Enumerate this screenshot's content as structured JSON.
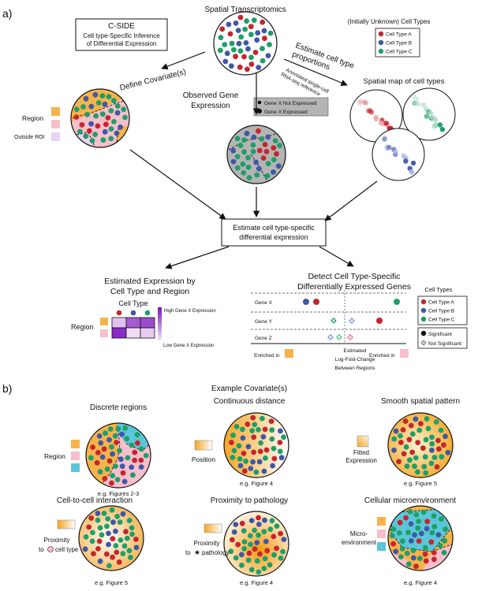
{
  "colors": {
    "cell_a": "#c4262e",
    "cell_b": "#3f57a7",
    "cell_c": "#1f9e6a",
    "region_orange": "#f7b34a",
    "region_pink": "#f6bfcb",
    "region_lavender": "#ead3f0",
    "region_cyan": "#5bc6d8",
    "gray_fill": "#b4b4b4",
    "purple_dark": "#7a12b8",
    "purple_light": "#e8cbf3"
  },
  "panel_a": {
    "label": "a)",
    "cside_box": {
      "title": "C-SIDE",
      "line1": "Cell type-Specific Inference",
      "line2": "of Differential Expression"
    },
    "spatial_transcriptomics": "Spatial Transcriptomics",
    "define_covariates": "Define Covariate(s)",
    "estimate_proportions": {
      "line1": "Estimate cell type",
      "line2": "proportions"
    },
    "annotated_reference": {
      "line1": "Annotated single-cell",
      "line2": "RNA-seq reference"
    },
    "observed_expression": {
      "line1": "Observed Gene",
      "line2": "Expression"
    },
    "gene_legend": {
      "not_expressed": "Gene X Not Expressed",
      "expressed": "Gene X Expressed"
    },
    "unknown_cell_types": {
      "title": "(Initially Unknown) Cell Types",
      "items": [
        "Cell Type A",
        "Cell Type B",
        "Cell Type C"
      ]
    },
    "spatial_map": "Spatial map of cell types",
    "region_legend": {
      "region": "Region",
      "outside": "Outside ROI"
    },
    "estimate_box": {
      "line1": "Estimate cell type-specific",
      "line2": "differential expression"
    },
    "estimated_expression": {
      "line1": "Estimated Expression by",
      "line2": "Cell Type and Region",
      "cell_type_label": "Cell Type",
      "region_label": "Region",
      "high": "High Gene X Expression",
      "low": "Low Gene X Expression"
    },
    "detect": {
      "line1": "Detect Cell Type-Specific",
      "line2": "Differentially Expressed Genes",
      "genes": [
        "Gene X",
        "Gene Y",
        "Gene Z"
      ],
      "axis_line1": "Estimated",
      "axis_line2": "Log-Fold-Change",
      "axis_line3": "Between Regions",
      "enriched": "Enriched in",
      "legend_title": "Cell Types",
      "legend_items": [
        "Cell Type A",
        "Cell Type B",
        "Cell Type C"
      ],
      "significant": "Significant",
      "not_significant": "Not Significant"
    }
  },
  "panel_b": {
    "label": "b)",
    "title": "Example Covariate(s)",
    "discrete": {
      "title": "Discrete regions",
      "legend": "Region",
      "ref": "e.g. Figures 2-3"
    },
    "continuous": {
      "title": "Continuous distance",
      "legend": "Position",
      "ref": "e.g. Figure 4"
    },
    "smooth": {
      "title": "Smooth spatial pattern",
      "legend_line1": "Fitted",
      "legend_line2": "Expression",
      "ref": "e.g. Figure 5"
    },
    "interaction": {
      "title": "Cell-to-cell interaction",
      "legend_line1": "Proximity",
      "legend_line2_pre": "to",
      "legend_line2_post": "cell type",
      "ref": "e.g. Figure 5"
    },
    "pathology": {
      "title": "Proximity to pathology",
      "legend_line1": "Proximity",
      "legend_line2_pre": "to",
      "legend_line2_post": "pathology",
      "ref": "e.g. Figure 4"
    },
    "microenv": {
      "title": "Cellular microenvironment",
      "legend_line1": "Micro-",
      "legend_line2": "environment",
      "ref": "e.g. Figure 4"
    }
  }
}
